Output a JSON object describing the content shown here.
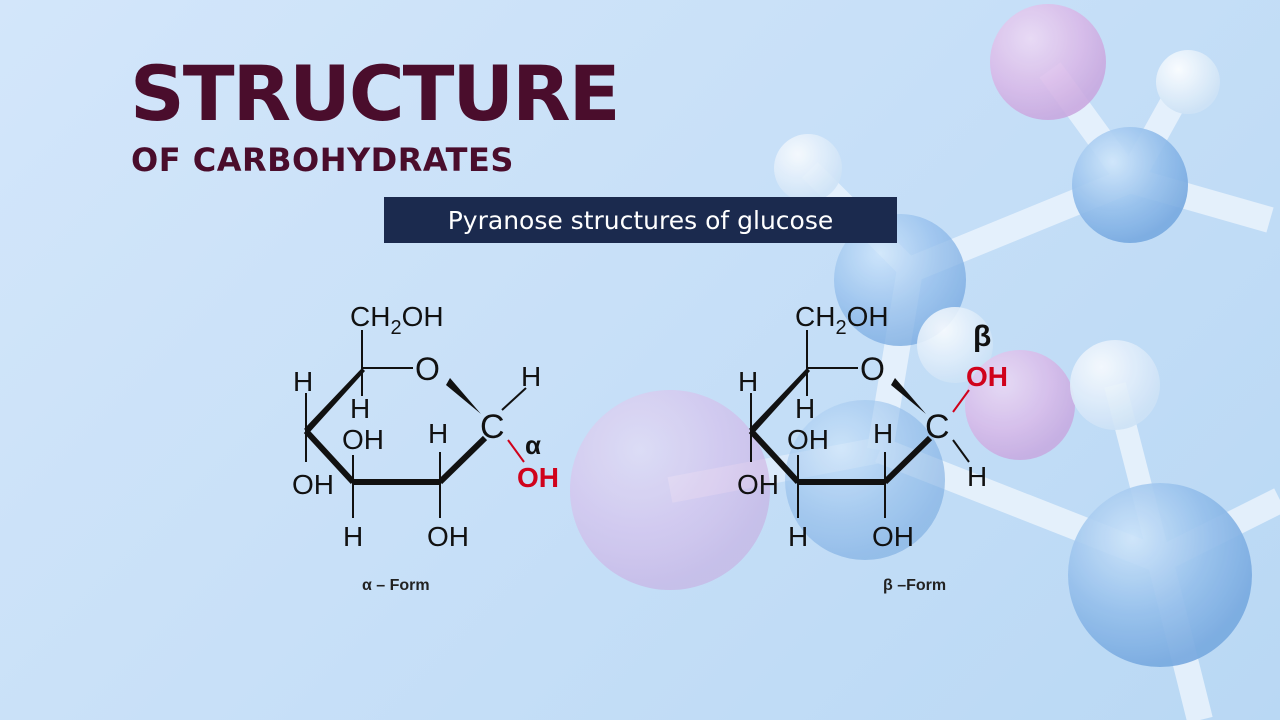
{
  "header": {
    "title": "STRUCTURE",
    "subtitle": "OF CARBOHYDRATES",
    "banner": "Pyranose structures of glucose"
  },
  "diagrams": {
    "alpha": {
      "ch2": "CH",
      "sub2": "2",
      "oh": "OH",
      "ring_o": "O",
      "c1": "C",
      "h": "H",
      "anomeric_oh": "OH",
      "greek": "α",
      "caption": "α – Form"
    },
    "beta": {
      "ch2": "CH",
      "sub2": "2",
      "oh": "OH",
      "ring_o": "O",
      "c1": "C",
      "h": "H",
      "anomeric_oh": "OH",
      "greek": "β",
      "caption": "β –Form"
    }
  },
  "colors": {
    "title": "#4a0d2c",
    "banner_bg": "#1b2a4e",
    "anomeric": "#d0021b",
    "ink": "#111111"
  }
}
